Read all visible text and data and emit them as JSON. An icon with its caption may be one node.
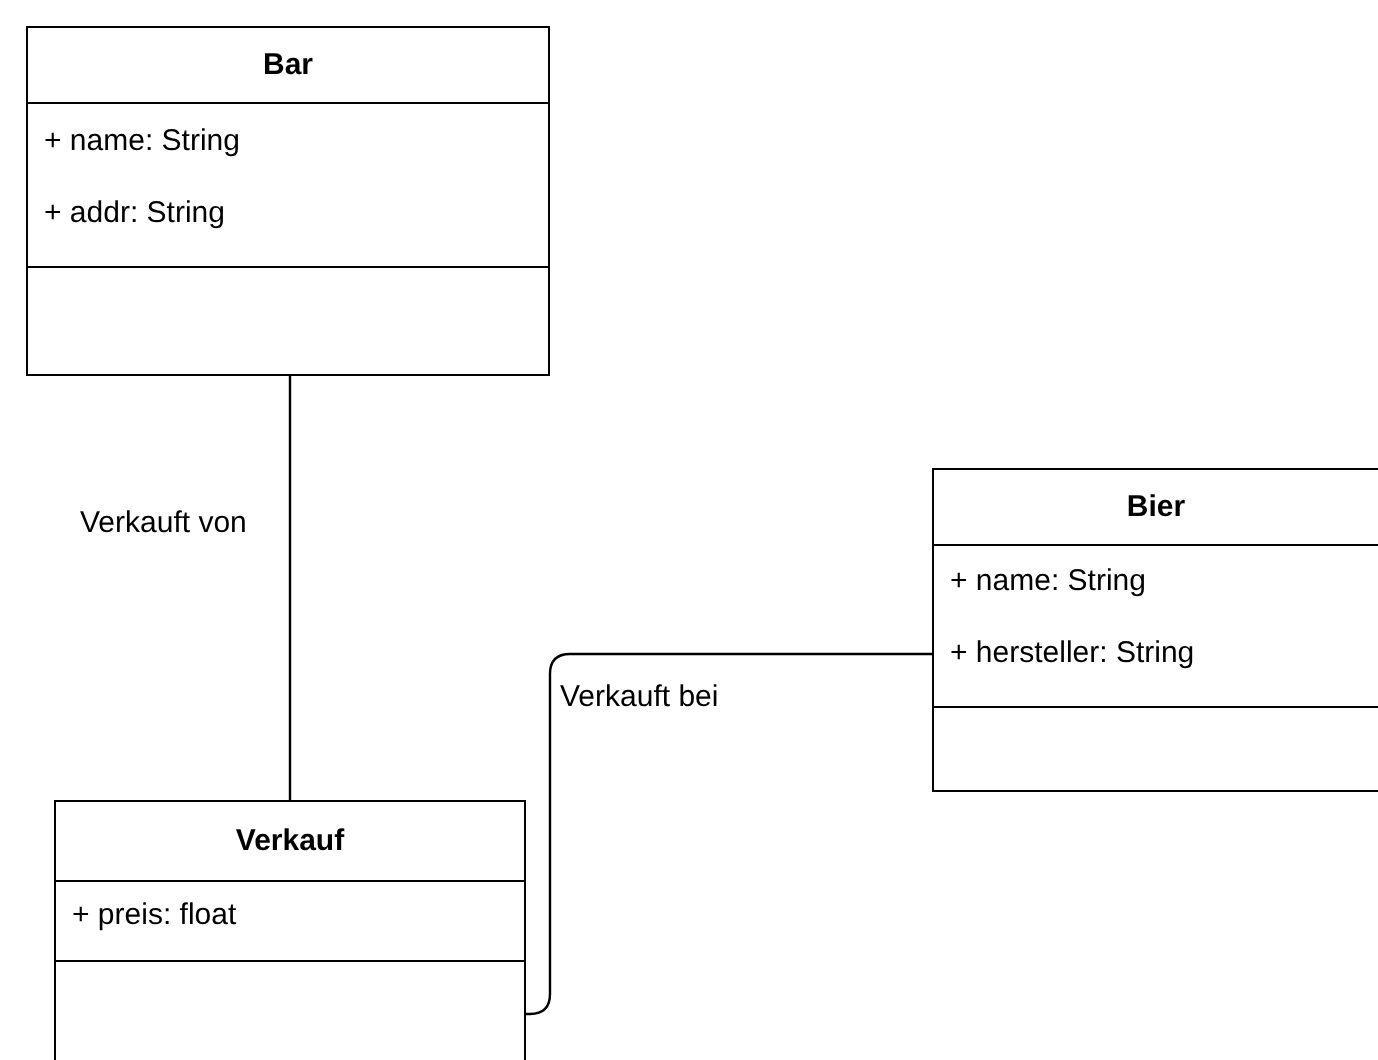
{
  "diagram": {
    "nodes": [
      {
        "text": [
          "Bar",
          "+ name: String",
          "+ addr: String"
        ]
      },
      {
        "text": [
          "Bier",
          "+ name: String",
          "+ hersteller: String"
        ]
      },
      {
        "text": [
          "Verkauf",
          "+ preis: float"
        ]
      }
    ],
    "edges": [
      {
        "from": 0,
        "to": 2,
        "arrow": "none",
        "label": "Verkauft von"
      },
      {
        "from": 1,
        "to": 2,
        "arrow": "none",
        "label": "Verkauft bei"
      }
    ]
  }
}
